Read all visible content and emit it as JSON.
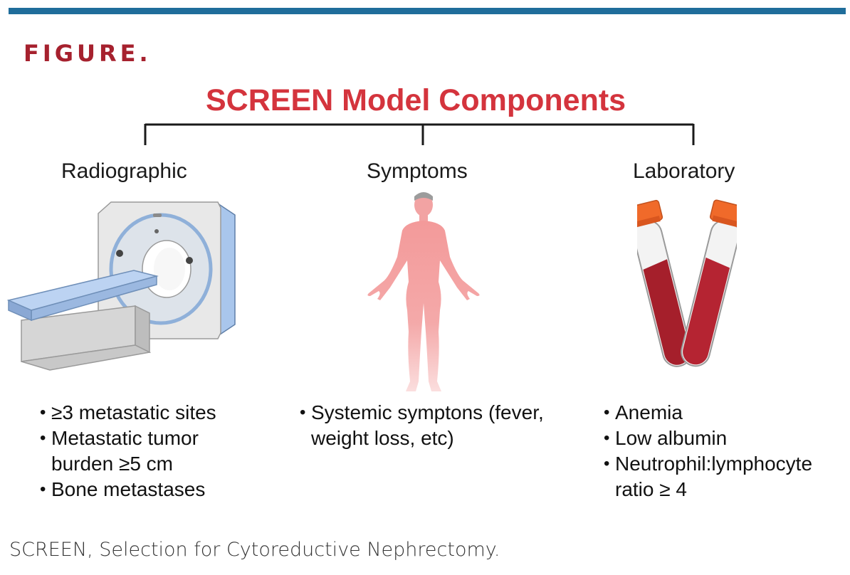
{
  "figure_label": "FIGURE.",
  "title": "SCREEN Model Components",
  "colors": {
    "rule": "#1f6d9b",
    "figure_label": "#a6212e",
    "title": "#d4343d"
  },
  "categories": [
    {
      "title": "Radiographic",
      "icon": "ct-scanner-icon",
      "items": [
        "≥3 metastatic sites",
        "Metastatic tumor burden ≥5 cm",
        "Bone metastases"
      ]
    },
    {
      "title": "Symptoms",
      "icon": "human-body-icon",
      "items": [
        "Systemic symptons (fever, weight loss, etc)"
      ]
    },
    {
      "title": "Laboratory",
      "icon": "blood-tubes-icon",
      "items": [
        "Anemia",
        "Low albumin",
        "Neutrophil:lymphocyte ratio ≥ 4"
      ]
    }
  ],
  "caption": "SCREEN, Selection for Cytoreductive Nephrectomy."
}
